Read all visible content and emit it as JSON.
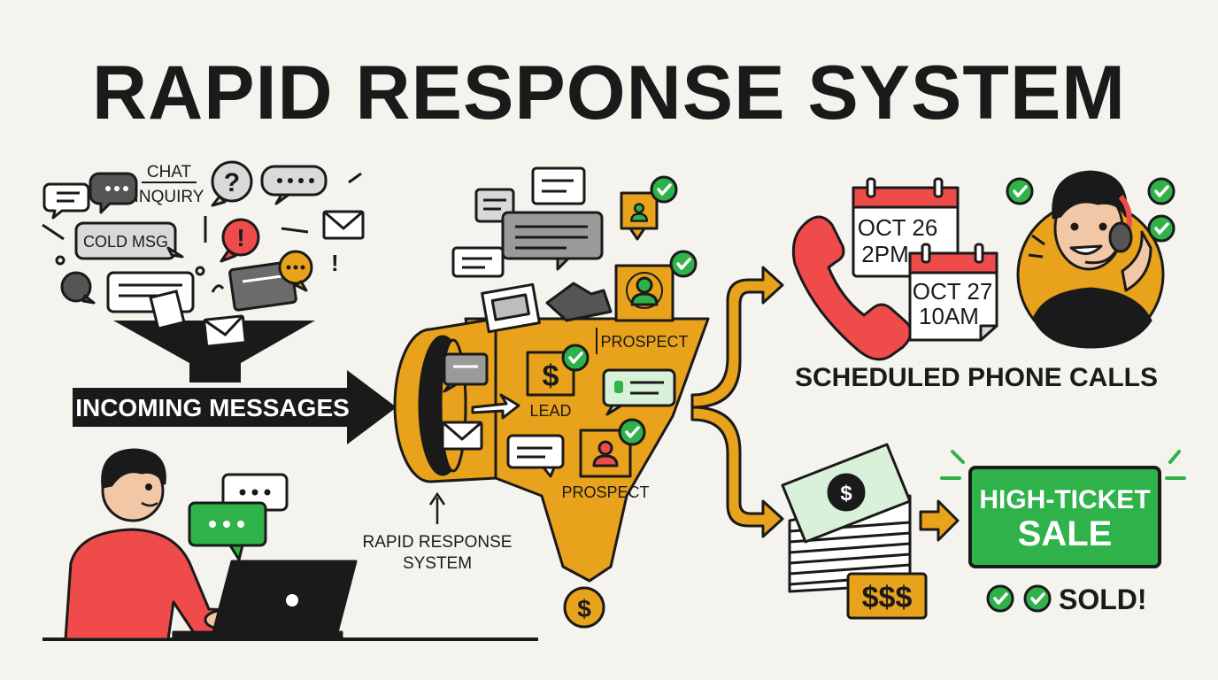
{
  "title": "RAPID RESPONSE SYSTEM",
  "bubbles": {
    "chat": "CHAT",
    "inquiry": "INQUIRY",
    "cold_msg": "COLD MSG",
    "question_mark": "?",
    "alert_mark": "!",
    "exclaim": "!"
  },
  "incoming_label": "INCOMING MESSAGES",
  "funnel": {
    "lead_label": "LEAD",
    "prospect_top_label": "PROSPECT",
    "prospect_bottom_label": "PROSPECT",
    "dollar_symbol": "$",
    "output_coin": "$"
  },
  "system_caption": [
    "RAPID RESPONSE",
    "SYSTEM"
  ],
  "calendars": {
    "first": [
      "OCT 26",
      "2PM"
    ],
    "second": [
      "OCT 27",
      "10AM"
    ]
  },
  "scheduled_label": "SCHEDULED PHONE CALLS",
  "money": {
    "bill_symbol": "$",
    "tag": "$$$"
  },
  "sale": {
    "line1": "HIGH-TICKET",
    "line2": "SALE",
    "sold": "SOLD!"
  },
  "colors": {
    "background": "#f4f3ee",
    "ink": "#1a1a1a",
    "funnel_orange": "#e8a21b",
    "accent_red": "#ef4b4b",
    "accent_green": "#2fb24a",
    "bubble_gray": "#bdbdbd"
  }
}
